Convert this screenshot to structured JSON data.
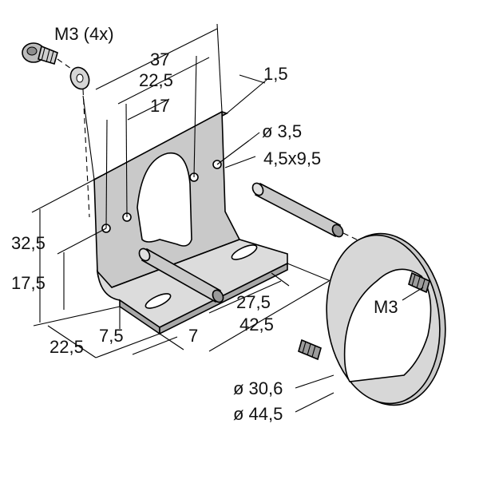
{
  "labels": {
    "screw": "M3 (4x)",
    "w37": "37",
    "w22_5_top": "22,5",
    "w17": "17",
    "t1_5": "1,5",
    "hole3_5": "ø 3,5",
    "slot": "4,5x9,5",
    "h32_5": "32,5",
    "h17_5": "17,5",
    "d22_5_bottom": "22,5",
    "d7_5": "7,5",
    "d7": "7",
    "d27_5": "27,5",
    "d42_5": "42,5",
    "thread_m3": "M3",
    "dia30_6": "ø 30,6",
    "dia44_5": "ø 44,5"
  },
  "colors": {
    "metal": "#c9c9c9",
    "metal_light": "#dcdcdc",
    "metal_dark": "#a8a8a8",
    "line": "#000000"
  }
}
